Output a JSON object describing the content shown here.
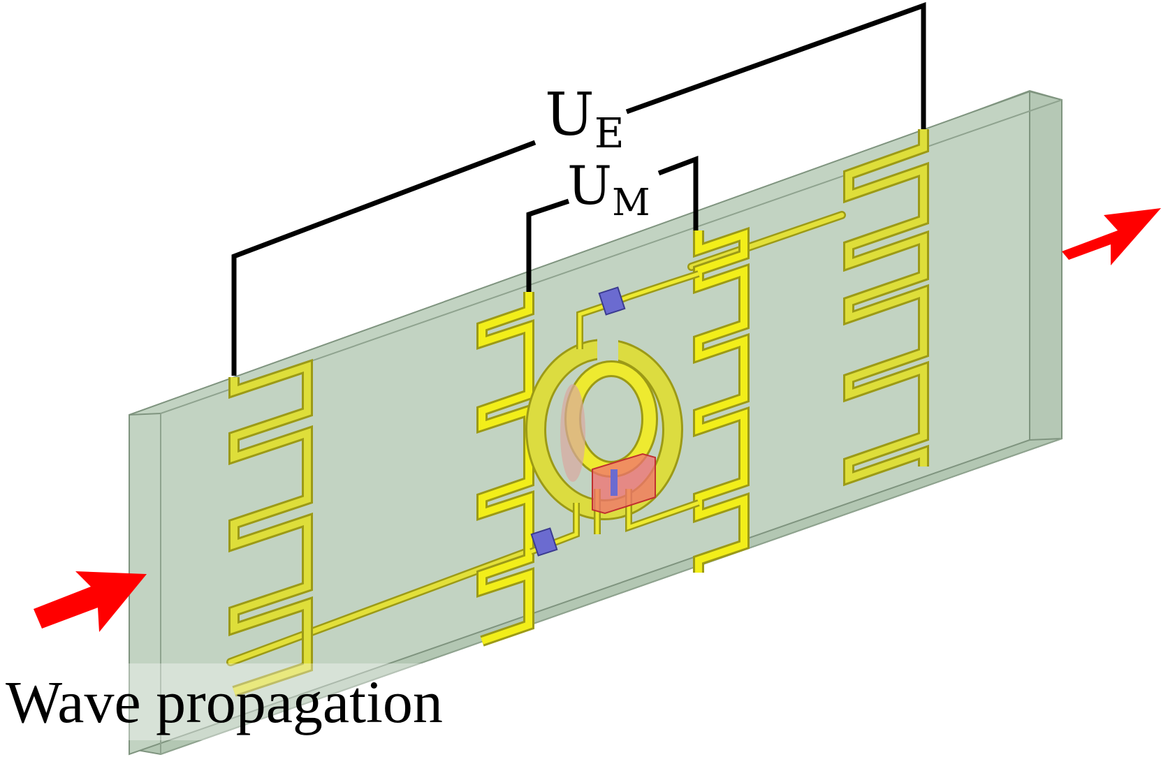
{
  "labels": {
    "ue": {
      "main": "U",
      "sub": "E"
    },
    "um": {
      "main": "U",
      "sub": "M"
    },
    "caption": "Wave propagation"
  },
  "colors": {
    "substrate": "#bfd0bf",
    "substrate_edge": "#7f947f",
    "metal": "#f2ee3a",
    "metal_edge": "#9c9a16",
    "arrow": "#ff0000",
    "component_red": "#f07070",
    "component_blue": "#6b6bd0",
    "bracket": "#000000"
  },
  "icons": {
    "input_arrow": "arrow-right-icon",
    "output_arrow": "arrow-right-icon"
  }
}
